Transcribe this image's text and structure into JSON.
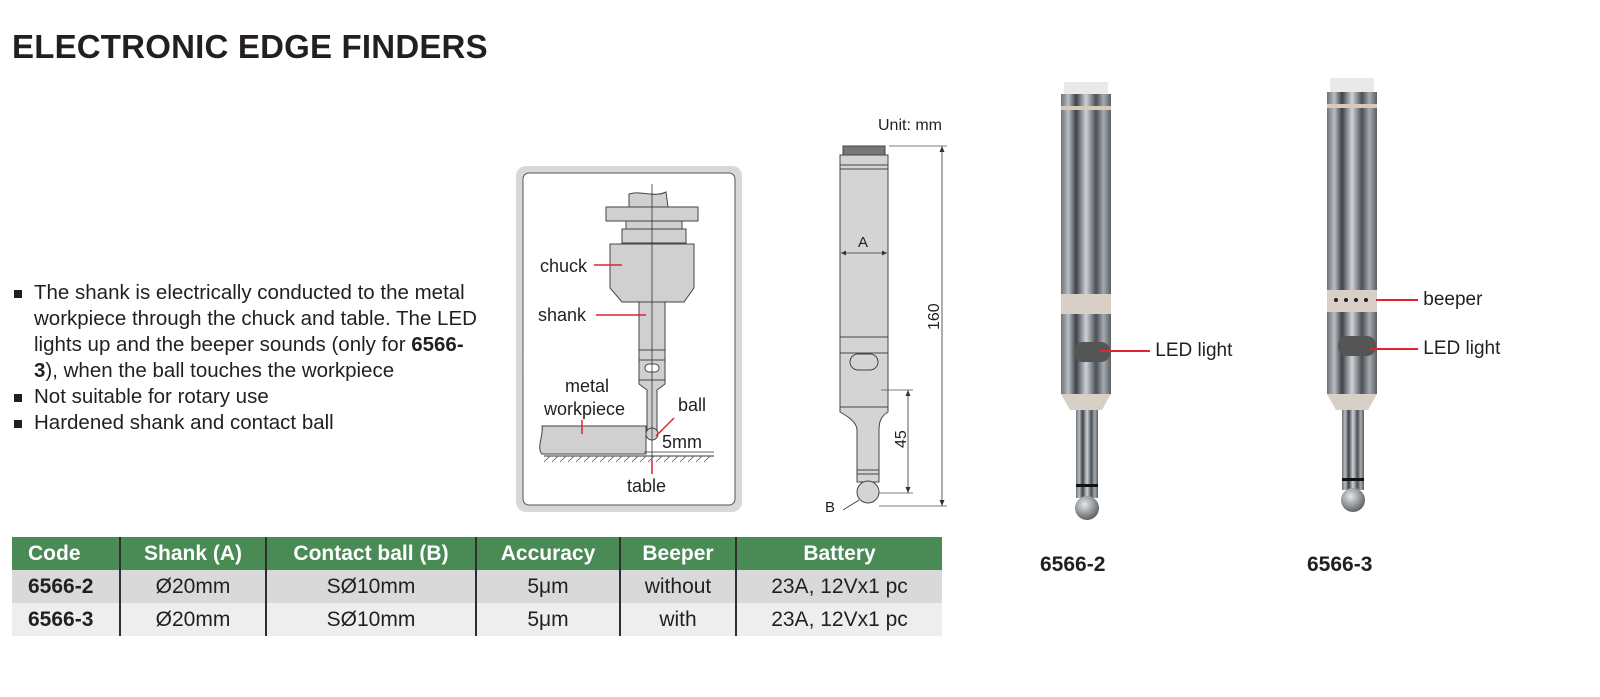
{
  "title": "ELECTRONIC EDGE FINDERS",
  "bullets": {
    "b1_part1": "The shank is electrically conducted to the metal workpiece through the chuck and table. The LED lights up and the beeper sounds (only for ",
    "b1_bold": "6566-3",
    "b1_part2": "), when the ball touches the workpiece",
    "b2": "Not suitable for rotary use",
    "b3": "Hardened shank and contact ball"
  },
  "usage_diagram": {
    "labels": {
      "chuck": "chuck",
      "shank": "shank",
      "metal": "metal",
      "workpiece": "workpiece",
      "ball": "ball",
      "offset": "5mm",
      "table": "table"
    }
  },
  "dimension_drawing": {
    "unit": "Unit: mm",
    "label_a": "A",
    "label_b": "B",
    "total_length": "160",
    "tip_length": "45"
  },
  "colors": {
    "header_green": "#4a8a55",
    "callout_red": "#e0232f",
    "row_dark": "#d9d9da",
    "row_light": "#eeeeef"
  },
  "table": {
    "headers": [
      "Code",
      "Shank (A)",
      "Contact ball (B)",
      "Accuracy",
      "Beeper",
      "Battery"
    ],
    "rows": [
      [
        "6566-2",
        "Ø20mm",
        "SØ10mm",
        "5μm",
        "without",
        "23A, 12Vx1 pc"
      ],
      [
        "6566-3",
        "Ø20mm",
        "SØ10mm",
        "5μm",
        "with",
        "23A, 12Vx1 pc"
      ]
    ]
  },
  "products": [
    {
      "code": "6566-2",
      "callouts": [
        "LED light"
      ]
    },
    {
      "code": "6566-3",
      "callouts": [
        "beeper",
        "LED light"
      ]
    }
  ]
}
